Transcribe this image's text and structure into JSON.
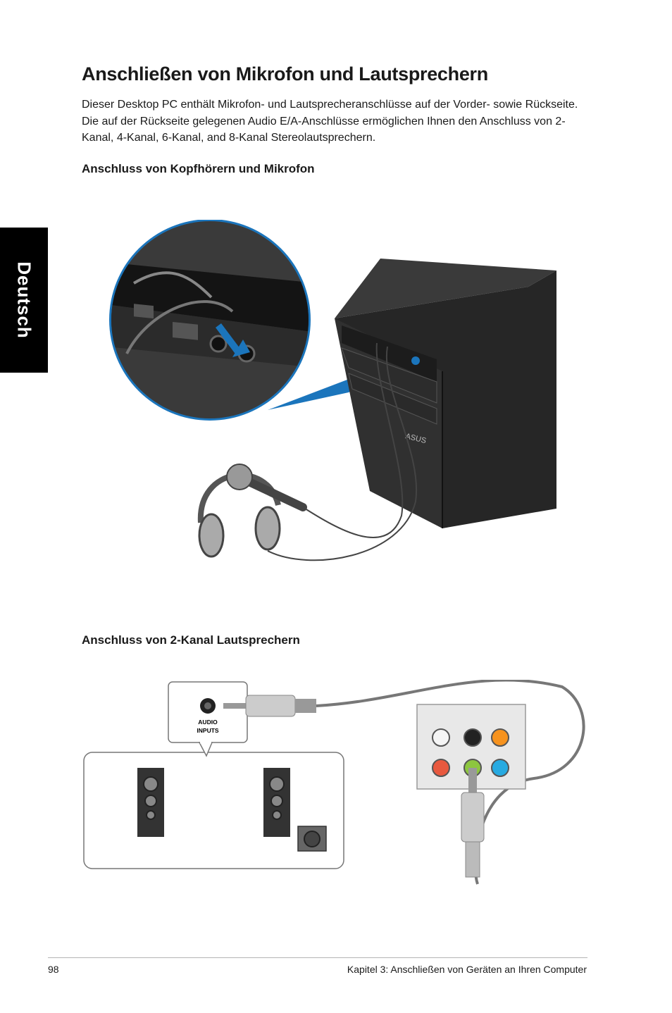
{
  "side_tab": {
    "label": "Deutsch"
  },
  "page": {
    "title": "Anschließen von Mikrofon und Lautsprechern",
    "intro": "Dieser Desktop PC enthält Mikrofon- und Lautsprecheranschlüsse auf der Vorder- sowie Rückseite. Die auf der Rückseite gelegenen Audio E/A-Anschlüsse ermöglichen Ihnen den Anschluss von 2-Kanal, 4-Kanal, 6-Kanal, and 8-Kanal Stereolautsprechern."
  },
  "section1": {
    "heading": "Anschluss von Kopfhörern und Mikrofon",
    "figure": {
      "brand": "ASUS"
    }
  },
  "section2": {
    "heading": "Anschluss von 2-Kanal Lautsprechern",
    "figure": {
      "callout_label_line1": "AUDIO",
      "callout_label_line2": "INPUTS"
    }
  },
  "footer": {
    "page_number": "98",
    "chapter": "Kapitel 3: Anschließen von Geräten an Ihren Computer"
  },
  "colors": {
    "accent_blue": "#1b75bc",
    "tab_black": "#000000",
    "jack_orange": "#f7931e",
    "jack_pink": "#e8593f",
    "jack_green": "#8dc63f",
    "jack_blue": "#27aae1"
  }
}
